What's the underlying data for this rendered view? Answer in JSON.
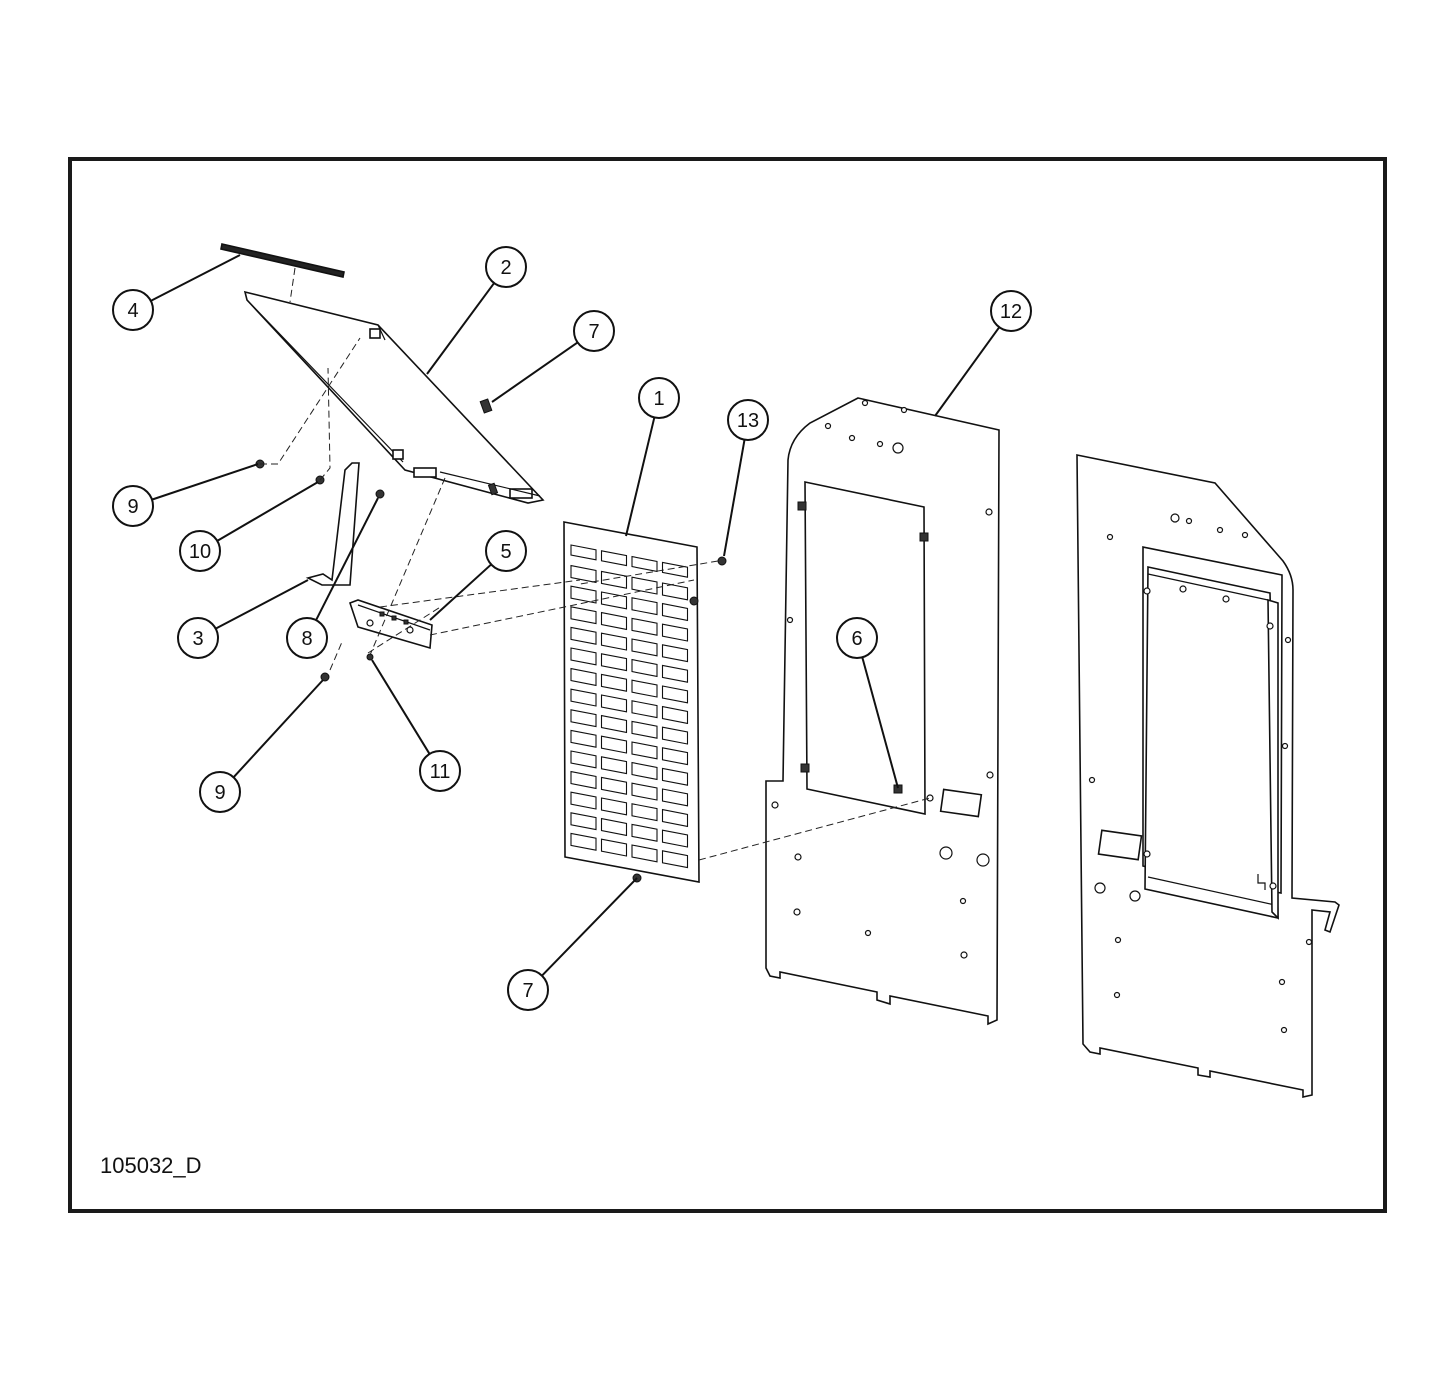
{
  "drawing": {
    "number": "105032_D",
    "callouts": [
      {
        "id": "c1",
        "label": "1"
      },
      {
        "id": "c2",
        "label": "2"
      },
      {
        "id": "c3",
        "label": "3"
      },
      {
        "id": "c4",
        "label": "4"
      },
      {
        "id": "c5",
        "label": "5"
      },
      {
        "id": "c6",
        "label": "6"
      },
      {
        "id": "c7a",
        "label": "7"
      },
      {
        "id": "c7b",
        "label": "7"
      },
      {
        "id": "c8",
        "label": "8"
      },
      {
        "id": "c9a",
        "label": "9"
      },
      {
        "id": "c9b",
        "label": "9"
      },
      {
        "id": "c10",
        "label": "10"
      },
      {
        "id": "c11",
        "label": "11"
      },
      {
        "id": "c12",
        "label": "12"
      },
      {
        "id": "c13",
        "label": "13"
      }
    ]
  }
}
